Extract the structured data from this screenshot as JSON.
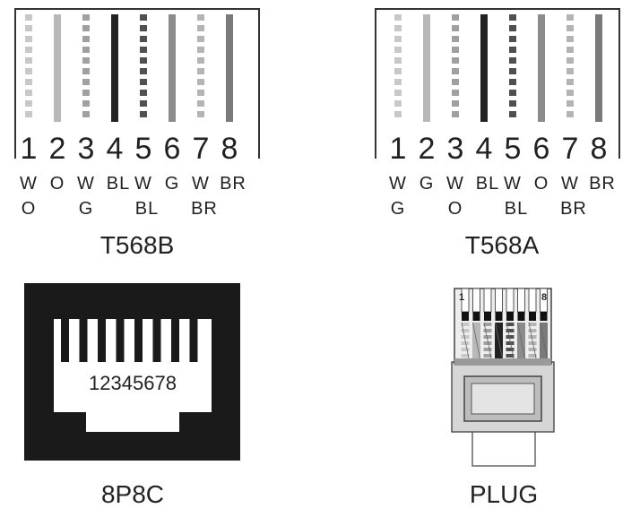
{
  "t568b": {
    "title": "T568B",
    "pins": [
      {
        "num": "1",
        "code": [
          "W",
          "O"
        ],
        "style": "dashed",
        "color": "#c8c8c8"
      },
      {
        "num": "2",
        "code": [
          "O"
        ],
        "style": "solid",
        "color": "#b8b8b8"
      },
      {
        "num": "3",
        "code": [
          "W",
          "G"
        ],
        "style": "dashed",
        "color": "#a0a0a0"
      },
      {
        "num": "4",
        "code": [
          "BL"
        ],
        "style": "solid",
        "color": "#222222"
      },
      {
        "num": "5",
        "code": [
          "W",
          "BL"
        ],
        "style": "dashed",
        "color": "#505050"
      },
      {
        "num": "6",
        "code": [
          "G"
        ],
        "style": "solid",
        "color": "#8c8c8c"
      },
      {
        "num": "7",
        "code": [
          "W",
          "BR"
        ],
        "style": "dashed",
        "color": "#b4b4b4"
      },
      {
        "num": "8",
        "code": [
          "BR"
        ],
        "style": "solid",
        "color": "#7a7a7a"
      }
    ]
  },
  "t568a": {
    "title": "T568A",
    "pins": [
      {
        "num": "1",
        "code": [
          "W",
          "G"
        ],
        "style": "dashed",
        "color": "#c8c8c8"
      },
      {
        "num": "2",
        "code": [
          "G"
        ],
        "style": "solid",
        "color": "#b8b8b8"
      },
      {
        "num": "3",
        "code": [
          "W",
          "O"
        ],
        "style": "dashed",
        "color": "#a0a0a0"
      },
      {
        "num": "4",
        "code": [
          "BL"
        ],
        "style": "solid",
        "color": "#222222"
      },
      {
        "num": "5",
        "code": [
          "W",
          "BL"
        ],
        "style": "dashed",
        "color": "#505050"
      },
      {
        "num": "6",
        "code": [
          "O"
        ],
        "style": "solid",
        "color": "#8c8c8c"
      },
      {
        "num": "7",
        "code": [
          "W",
          "BR"
        ],
        "style": "dashed",
        "color": "#b4b4b4"
      },
      {
        "num": "8",
        "code": [
          "BR"
        ],
        "style": "solid",
        "color": "#7a7a7a"
      }
    ]
  },
  "jack": {
    "caption": "8P8C",
    "pin_numbers": "12345678"
  },
  "plug": {
    "caption": "PLUG",
    "pin_one_mark": "1",
    "pin_eight_mark": "8"
  }
}
